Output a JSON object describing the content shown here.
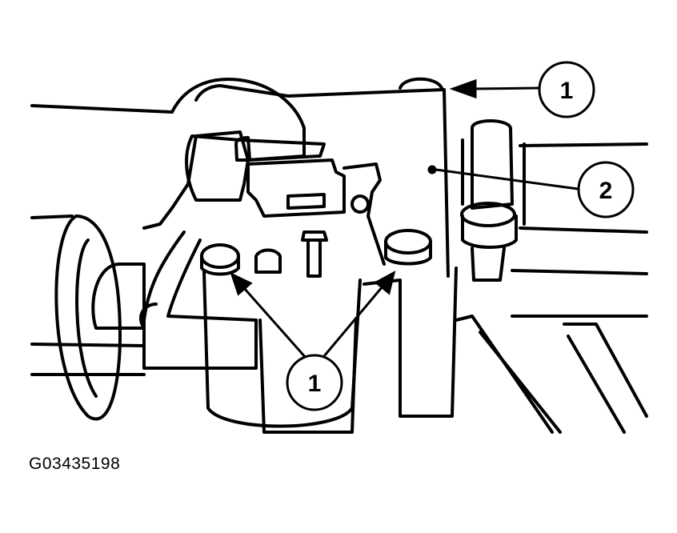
{
  "figure_code": "G03435198",
  "callouts": [
    {
      "label": "1"
    },
    {
      "label": "2"
    },
    {
      "label": "1"
    }
  ],
  "colors": {
    "line": "#000000",
    "background": "#ffffff"
  }
}
